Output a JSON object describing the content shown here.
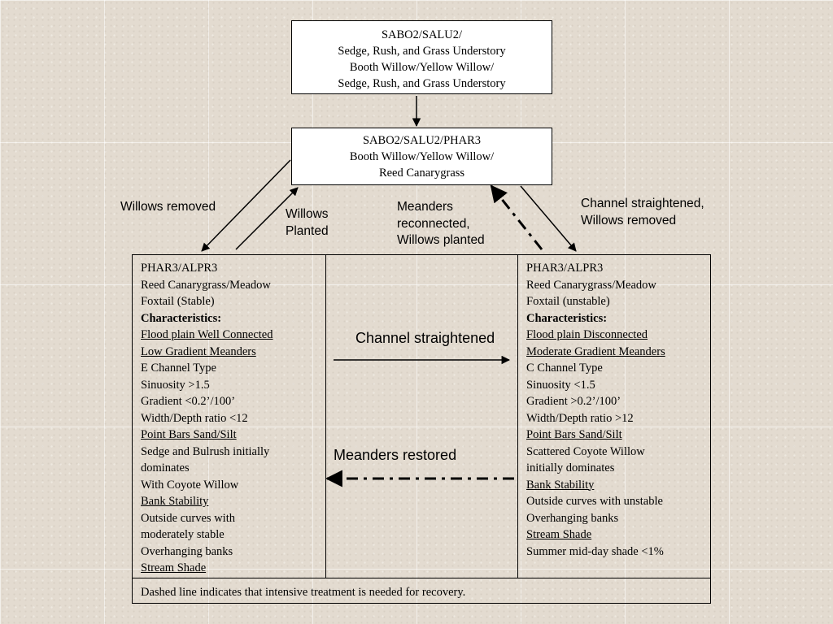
{
  "top_box": {
    "lines": [
      "SABO2/SALU2/",
      "Sedge, Rush, and Grass Understory",
      "Booth Willow/Yellow Willow/",
      "Sedge, Rush, and Grass Understory"
    ]
  },
  "mid_box": {
    "lines": [
      "SABO2/SALU2/PHAR3",
      "Booth Willow/Yellow Willow/",
      "Reed Canarygrass"
    ]
  },
  "labels": {
    "willows_removed": "Willows removed",
    "willows_planted": [
      "Willows",
      "Planted"
    ],
    "meanders_reconnected": [
      "Meanders",
      "reconnected,",
      "Willows planted"
    ],
    "channel_straightened_removed": [
      "Channel straightened,",
      "Willows removed"
    ],
    "channel_straightened": "Channel straightened",
    "meanders_restored": "Meanders restored"
  },
  "left_state": {
    "lines": [
      {
        "text": "PHAR3/ALPR3",
        "style": ""
      },
      {
        "text": "Reed Canarygrass/Meadow",
        "style": ""
      },
      {
        "text": "Foxtail (Stable)",
        "style": ""
      },
      {
        "text": "Characteristics:",
        "style": "b"
      },
      {
        "text": "Flood plain Well Connected",
        "style": "u"
      },
      {
        "text": "Low Gradient Meanders",
        "style": "u"
      },
      {
        "text": "E Channel Type",
        "style": ""
      },
      {
        "text": "Sinuosity >1.5",
        "style": ""
      },
      {
        "text": "Gradient <0.2’/100’",
        "style": ""
      },
      {
        "text": "Width/Depth ratio <12",
        "style": ""
      },
      {
        "text": "Point Bars Sand/Silt",
        "style": "u"
      },
      {
        "text": "Sedge and Bulrush initially",
        "style": ""
      },
      {
        "text": "dominates",
        "style": ""
      },
      {
        "text": "With Coyote Willow",
        "style": ""
      },
      {
        "text": "Bank Stability",
        "style": "u"
      },
      {
        "text": "Outside curves with",
        "style": ""
      },
      {
        "text": "moderately stable",
        "style": ""
      },
      {
        "text": "Overhanging banks",
        "style": ""
      },
      {
        "text": "Stream Shade",
        "style": "u"
      }
    ]
  },
  "right_state": {
    "lines": [
      {
        "text": "PHAR3/ALPR3",
        "style": ""
      },
      {
        "text": "Reed Canarygrass/Meadow",
        "style": ""
      },
      {
        "text": "Foxtail (unstable)",
        "style": ""
      },
      {
        "text": "Characteristics:",
        "style": "b"
      },
      {
        "text": "Flood plain Disconnected",
        "style": "u"
      },
      {
        "text": "Moderate Gradient Meanders",
        "style": "u"
      },
      {
        "text": "C Channel Type",
        "style": ""
      },
      {
        "text": "Sinuosity <1.5",
        "style": ""
      },
      {
        "text": "Gradient >0.2’/100’",
        "style": ""
      },
      {
        "text": "Width/Depth ratio >12",
        "style": ""
      },
      {
        "text": "Point Bars Sand/Silt",
        "style": "u"
      },
      {
        "text": "Scattered Coyote Willow",
        "style": ""
      },
      {
        "text": "initially dominates",
        "style": ""
      },
      {
        "text": "Bank Stability",
        "style": "u"
      },
      {
        "text": "Outside curves with unstable",
        "style": ""
      },
      {
        "text": "Overhanging banks",
        "style": ""
      },
      {
        "text": "Stream Shade",
        "style": "u"
      },
      {
        "text": "Summer mid-day shade <1%",
        "style": ""
      }
    ]
  },
  "footnote": "Dashed line indicates that intensive treatment is needed for recovery."
}
